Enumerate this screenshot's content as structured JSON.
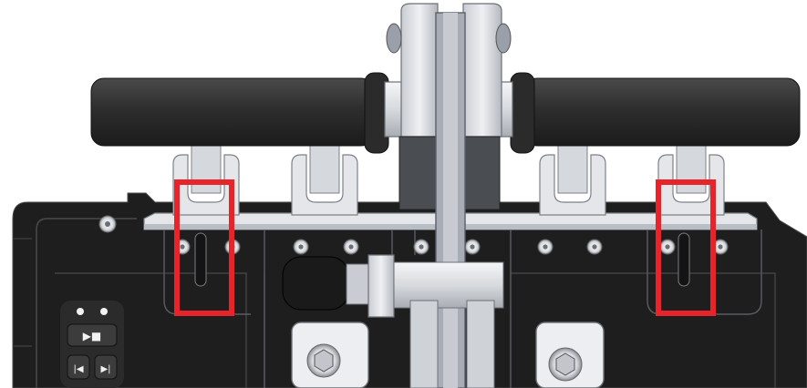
{
  "scene": {
    "subject": "cad-render-mechanical-assembly",
    "colors": {
      "housing": "#1e1e1e",
      "housing_edge": "#4a4a4a",
      "metal": "#e4e6ea",
      "metal_shade": "#b9bdc4",
      "metal_dark": "#8c9098",
      "rubber_grip": "#3a3a3a",
      "highlight_box": "#e8232a",
      "button_pad": "#2b2b2b",
      "button_face": "#3c3c3c",
      "glyph": "#f2f2f2"
    }
  },
  "highlights": [
    {
      "label": "left-slot-highlight"
    },
    {
      "label": "right-slot-highlight"
    }
  ],
  "control_pad": {
    "buttons": [
      {
        "icon": "play-pause-icon",
        "glyph": "▶■"
      },
      {
        "icon": "skip-back-icon",
        "glyph": "|◀"
      },
      {
        "icon": "skip-forward-icon",
        "glyph": "▶|"
      }
    ]
  }
}
